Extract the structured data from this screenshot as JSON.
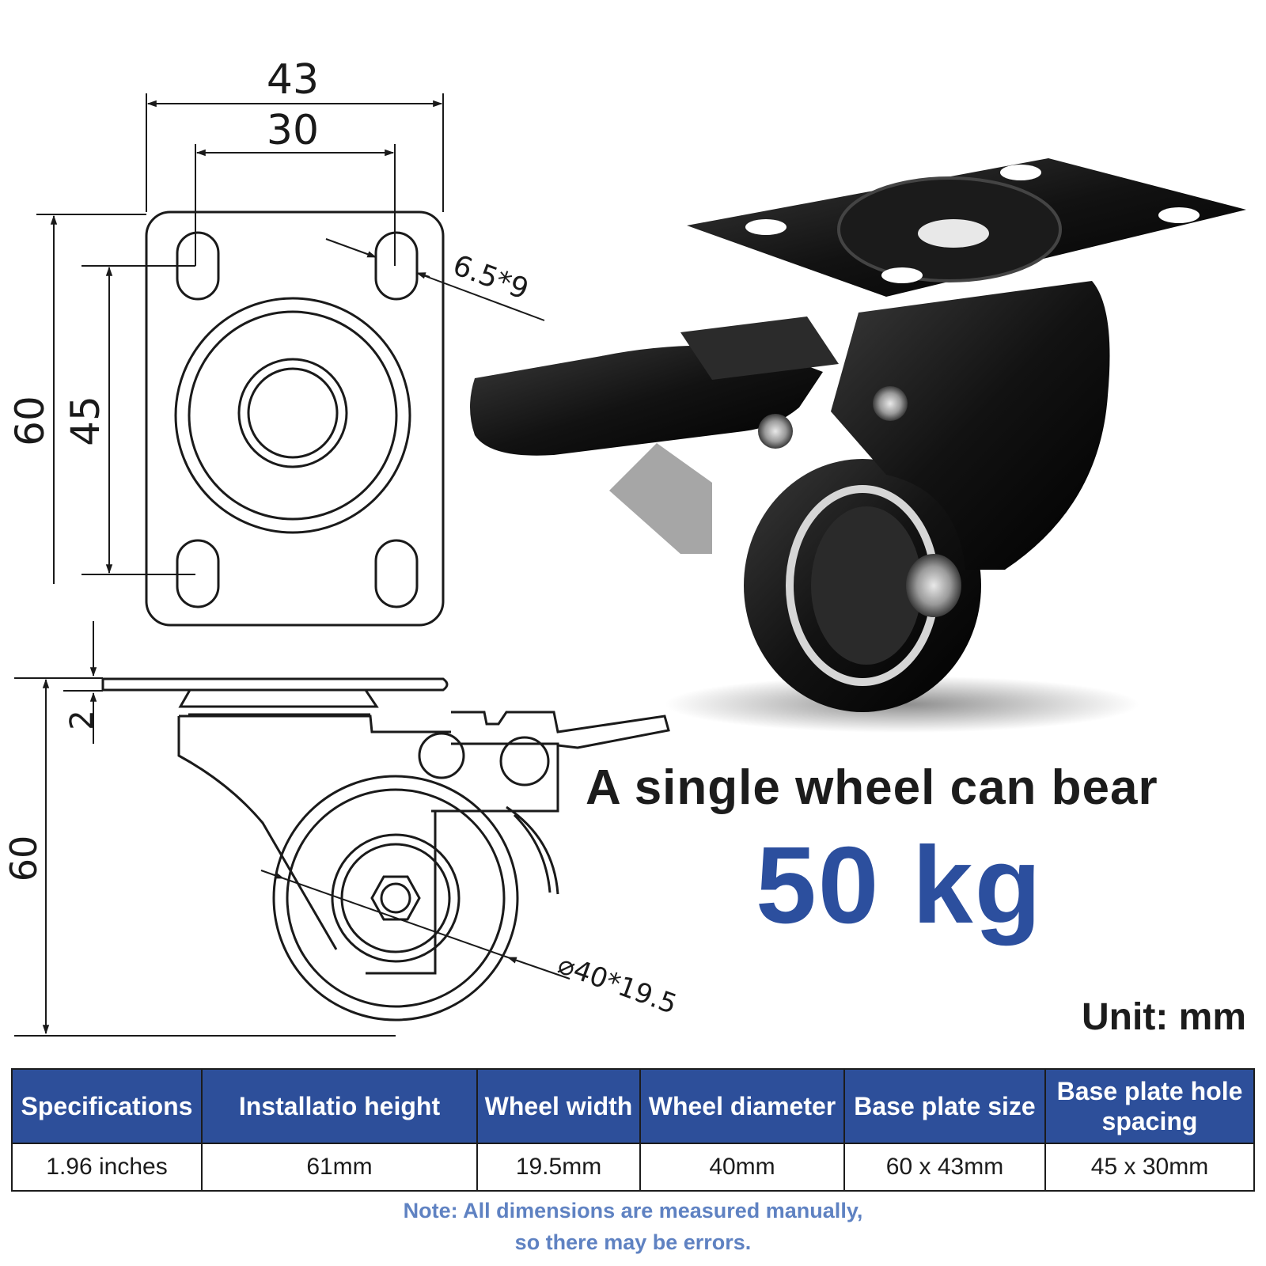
{
  "drawing": {
    "top_width_outer": "43",
    "top_width_inner": "30",
    "top_height_outer": "60",
    "top_height_inner": "45",
    "slot_size": "6.5*9",
    "plate_thickness": "2",
    "side_height": "60",
    "wheel_size": "⌀40*19.5"
  },
  "headline": {
    "text": "A single wheel can bear",
    "load": "50 kg",
    "load_color": "#2c4f9e"
  },
  "unit": "Unit: mm",
  "spec_table": {
    "header_color": "#2d4f9a",
    "headers": [
      "Specifications",
      "Installatio height",
      "Wheel width",
      "Wheel diameter",
      "Base plate size",
      "Base plate hole spacing"
    ],
    "values": [
      "1.96 inches",
      "61mm",
      "19.5mm",
      "40mm",
      "60 x 43mm",
      "45 x 30mm"
    ]
  },
  "note": {
    "line1": "Note: All dimensions are measured manually,",
    "line2": "so there may be errors.",
    "color": "#5f82c2"
  }
}
